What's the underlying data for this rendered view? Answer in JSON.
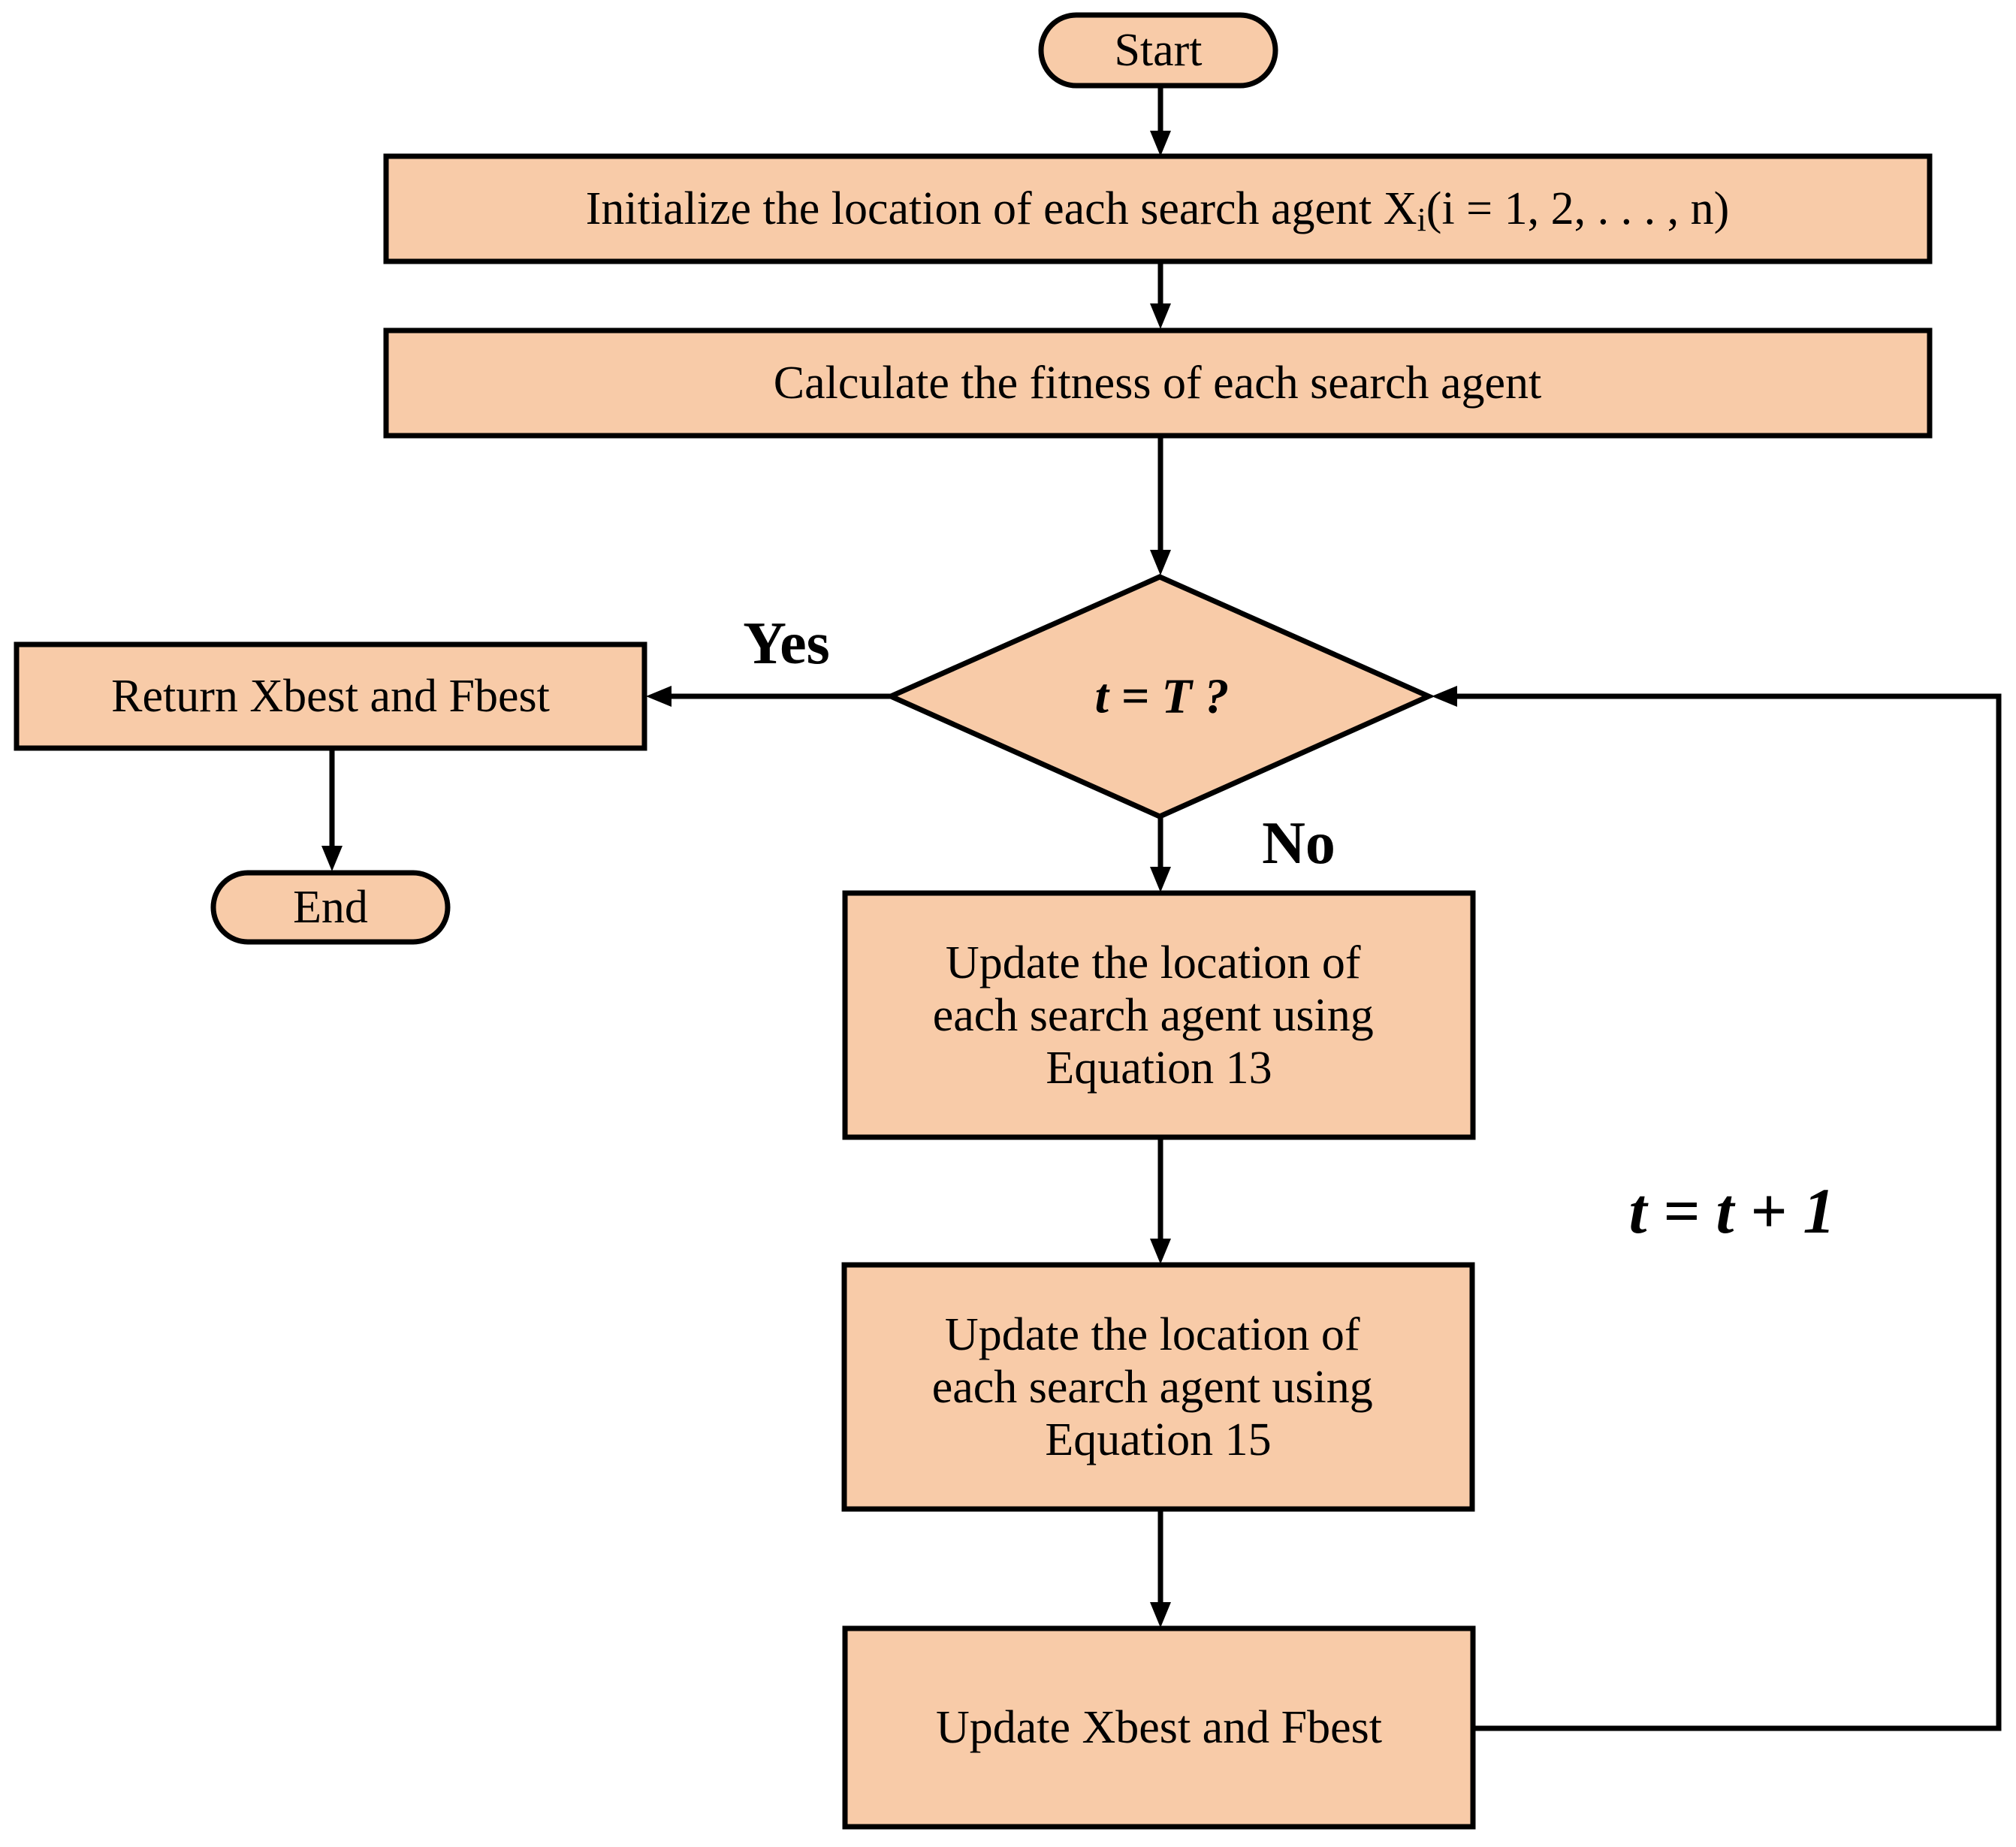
{
  "colors": {
    "node_fill": "#F8CBA8",
    "stroke": "#000000",
    "background": "#FFFFFF"
  },
  "nodes": {
    "start": "Start",
    "init": {
      "text": "Initialize the location of each search agent X",
      "sub": "i",
      "tail": "(i = 1, 2, . . . , n)"
    },
    "fitness": "Calculate the fitness of each search agent",
    "decision": "t = T ?",
    "return": "Return Xbest and Fbest",
    "end": "End",
    "update13": [
      "Update the location of",
      "each search agent using",
      "Equation 13"
    ],
    "update15": [
      "Update the location of",
      "each search agent using",
      "Equation 15"
    ],
    "update_best": "Update Xbest and Fbest"
  },
  "labels": {
    "yes": "Yes",
    "no": "No",
    "increment": "t = t + 1"
  }
}
